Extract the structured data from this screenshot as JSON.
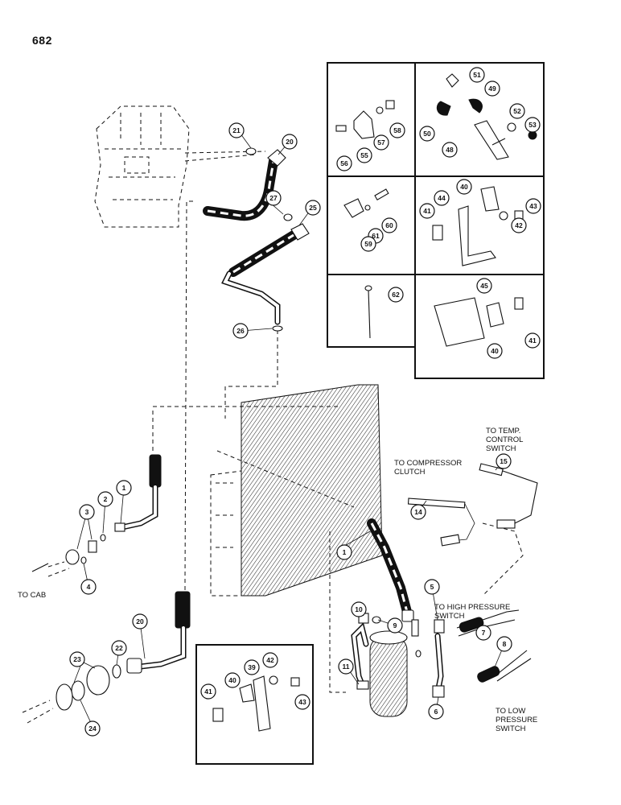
{
  "page": {
    "number": "682"
  },
  "annotations": {
    "to_cab": "TO CAB",
    "to_compressor_clutch": "TO COMPRESSOR\nCLUTCH",
    "to_temp_control_switch": "TO TEMP.\nCONTROL\nSWITCH",
    "to_high_pressure_switch": "TO HIGH PRESSURE\nSWITCH",
    "to_low_pressure_switch": "TO LOW\nPRESSURE\nSWITCH"
  },
  "callouts": {
    "c1": "1",
    "c1b": "1",
    "c2": "2",
    "c3": "3",
    "c4": "4",
    "c5": "5",
    "c6": "6",
    "c7": "7",
    "c8": "8",
    "c9": "9",
    "c10": "10",
    "c11": "11",
    "c14": "14",
    "c15": "15",
    "c20": "20",
    "c20b": "20",
    "c21": "21",
    "c22": "22",
    "c23": "23",
    "c24": "24",
    "c25": "25",
    "c26": "26",
    "c27": "27",
    "c39": "39",
    "c40a": "40",
    "c40b": "40",
    "c40c": "40",
    "c41a": "41",
    "c41b": "41",
    "c41c": "41",
    "c42a": "42",
    "c42b": "42",
    "c43a": "43",
    "c43b": "43",
    "c44": "44",
    "c45": "45",
    "c48": "48",
    "c49": "49",
    "c50": "50",
    "c51": "51",
    "c52": "52",
    "c53": "53",
    "c55": "55",
    "c56": "56",
    "c57": "57",
    "c58": "58",
    "c59": "59",
    "c60": "60",
    "c61": "61",
    "c62": "62"
  }
}
